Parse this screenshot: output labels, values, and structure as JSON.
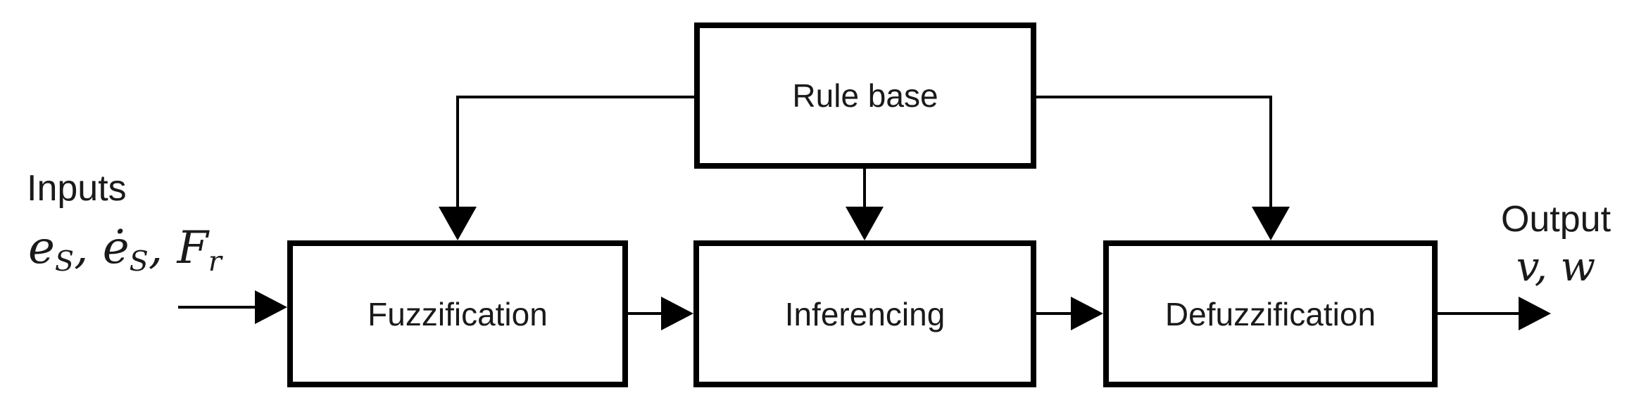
{
  "colors": {
    "line": "#000000",
    "text": "#1a1a1a",
    "background": "#ffffff"
  },
  "blocks": {
    "rule_base": {
      "label": "Rule base"
    },
    "fuzzification": {
      "label": "Fuzzification"
    },
    "inferencing": {
      "label": "Inferencing"
    },
    "defuzzification": {
      "label": "Defuzzification"
    }
  },
  "inputs": {
    "label": "Inputs",
    "vars": [
      {
        "base": "e",
        "sub": "S",
        "sep": ", "
      },
      {
        "base": "ė",
        "sub": "S",
        "sep": ", "
      },
      {
        "base": "F",
        "sub": "r",
        "sep": ""
      }
    ]
  },
  "output": {
    "label": "Output",
    "vars": "v, w"
  }
}
